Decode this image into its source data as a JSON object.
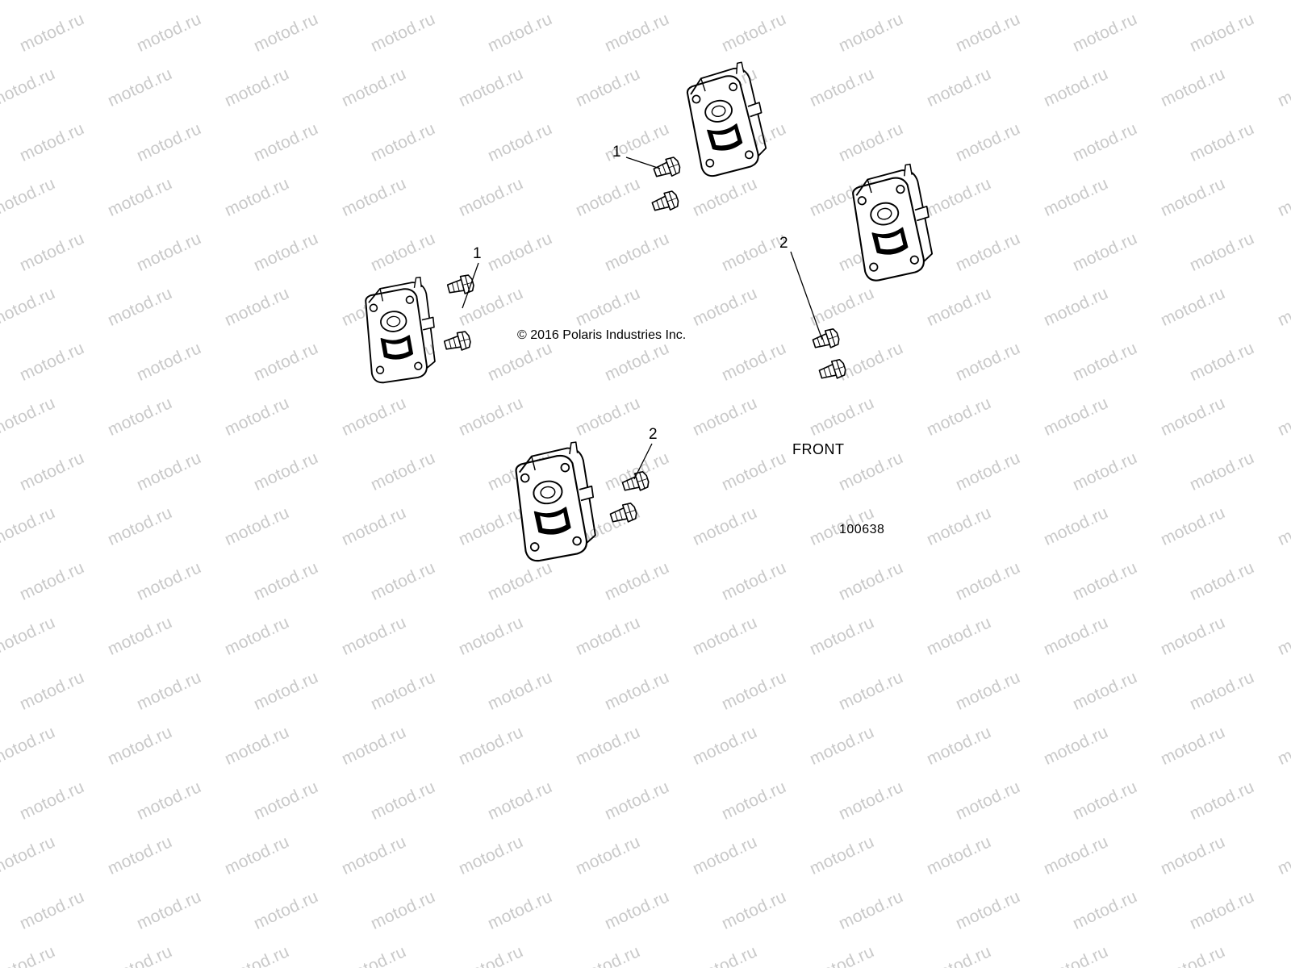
{
  "watermark": {
    "text": "motod.ru"
  },
  "diagram": {
    "copyright": "© 2016 Polaris Industries Inc.",
    "orientation_label": "FRONT",
    "diagram_number": "100638",
    "callouts": [
      {
        "id": "callout-1a",
        "text": "1"
      },
      {
        "id": "callout-1b",
        "text": "1"
      },
      {
        "id": "callout-2a",
        "text": "2"
      },
      {
        "id": "callout-2b",
        "text": "2"
      }
    ]
  }
}
